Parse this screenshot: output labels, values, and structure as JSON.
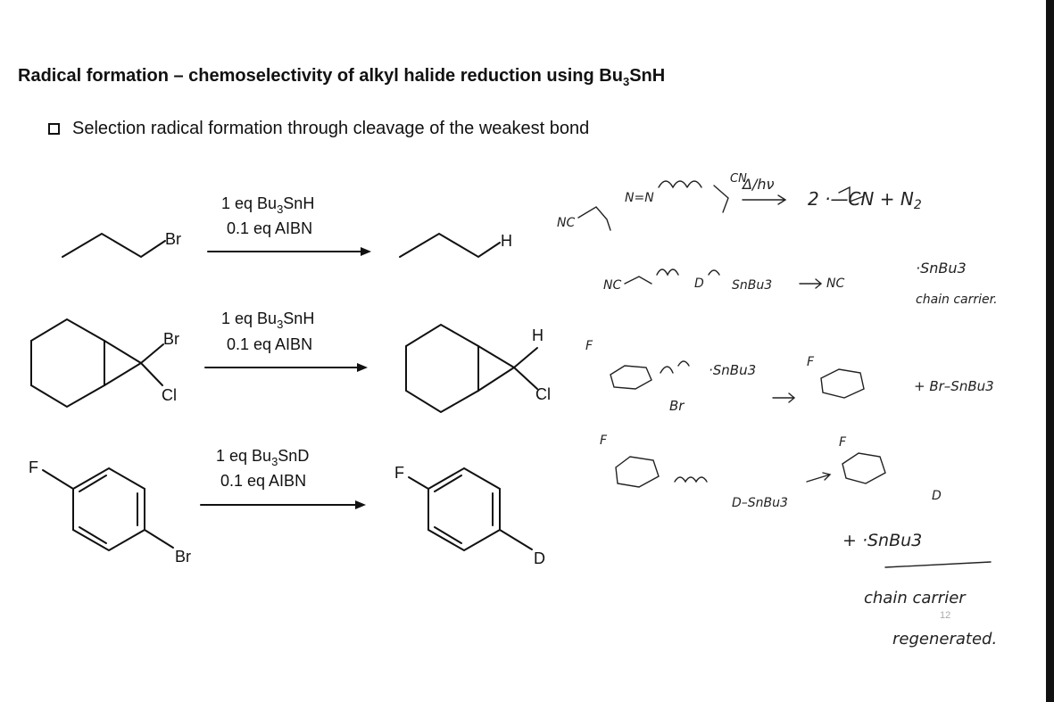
{
  "slide": {
    "title": "Radical formation – chemoselectivity of alkyl halide reduction using Bu",
    "title_sub": "3",
    "title_tail": "SnH",
    "bullet": "Selection radical formation through cleavage of the weakest bond",
    "page_number": "12"
  },
  "reactions": [
    {
      "reagent1_pre": "1 eq Bu",
      "reagent1_sub": "3",
      "reagent1_post": "SnH",
      "reagent2": "0.1 eq AIBN",
      "reactant_label": "Br",
      "product_label": "H"
    },
    {
      "reagent1_pre": "1 eq Bu",
      "reagent1_sub": "3",
      "reagent1_post": "SnH",
      "reagent2": "0.1 eq AIBN",
      "reactant_label_1": "Br",
      "reactant_label_2": "Cl",
      "product_label_1": "H",
      "product_label_2": "Cl"
    },
    {
      "reagent1_pre": "1 eq Bu",
      "reagent1_sub": "3",
      "reagent1_post": "SnD",
      "reagent2": "0.1 eq AIBN",
      "reactant_label_1": "F",
      "reactant_label_2": "Br",
      "product_label_1": "F",
      "product_label_2": "D"
    }
  ],
  "handwritten": {
    "line1_nc": "NC",
    "line1_n": "N=N",
    "line1_cn": "CN",
    "line1_cond": "Δ/hν",
    "line1_prod": "2 ·—CN + N",
    "line1_prod_sub": "2",
    "line2_nc": "NC",
    "line2_d": "D",
    "line2_sn": "SnBu3",
    "line2_prod": "NC",
    "line2_radical": "·SnBu3",
    "line2_note": "chain carrier.",
    "line3_f": "F",
    "line3_sn": "·SnBu3",
    "line3_br": "Br",
    "line3_f2": "F",
    "line3_prod": "+ Br–SnBu3",
    "line4_f": "F",
    "line4_d": "D–SnBu3",
    "line4_f2": "F",
    "line4_pd": "D",
    "line5": "+ ·SnBu3",
    "line6": "chain carrier",
    "line7": "regenerated."
  }
}
